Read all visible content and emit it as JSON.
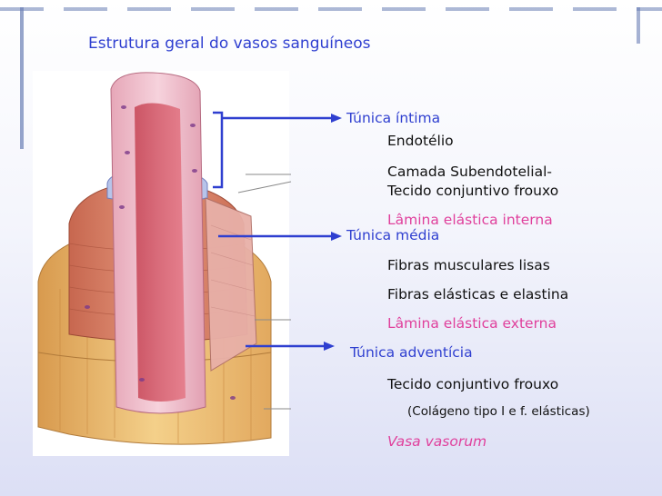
{
  "title": "Estrutura geral do vasos sanguíneos",
  "layers": {
    "intima": {
      "heading": "Túnica íntima",
      "items": [
        "Endotélio",
        "Camada Subendotelial-",
        "Tecido conjuntivo frouxo",
        "Lâmina elástica interna"
      ]
    },
    "media": {
      "heading": "Túnica média",
      "items": [
        "Fibras musculares lisas",
        "Fibras elásticas e elastina",
        "Lâmina elástica externa"
      ]
    },
    "adventicia": {
      "heading": "Túnica adventícia",
      "items": [
        "Tecido conjuntivo frouxo",
        "(Colágeno tipo I e f. elásticas)",
        "Vasa vasorum"
      ]
    }
  },
  "colors": {
    "heading": "#2f3fd0",
    "highlight": "#e0409c",
    "text": "#111111",
    "arrow": "#2f3fd0"
  }
}
